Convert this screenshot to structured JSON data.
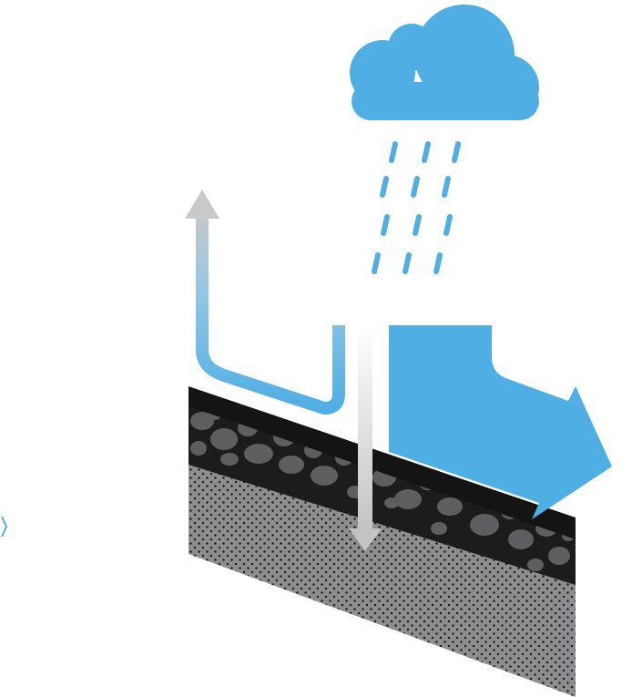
{
  "diagram": {
    "elements": [
      {
        "id": "rain-cloud",
        "icon": "cloud-icon",
        "role": "precipitation source"
      },
      {
        "id": "rain-drops",
        "icon": "raindrop-icon"
      },
      {
        "id": "evaporation-arrow",
        "icon": "arrow-up-icon",
        "role": "evaporation"
      },
      {
        "id": "infiltration-arrow",
        "icon": "arrow-down-icon",
        "role": "infiltration"
      },
      {
        "id": "runoff-arrow",
        "icon": "arrow-right-icon",
        "role": "surface runoff"
      },
      {
        "id": "asphalt-layer"
      },
      {
        "id": "gravel-layer"
      },
      {
        "id": "soil-layer"
      }
    ]
  },
  "colors": {
    "water_blue": "#4faee3",
    "evaporation_gray": "#c8c9c9",
    "asphalt": "#141414",
    "gravel_background": "#1c1c1c",
    "gravel_stone": "#5e5e60",
    "soil": "#8e8e90",
    "soil_dots": "#1f1f1f"
  }
}
